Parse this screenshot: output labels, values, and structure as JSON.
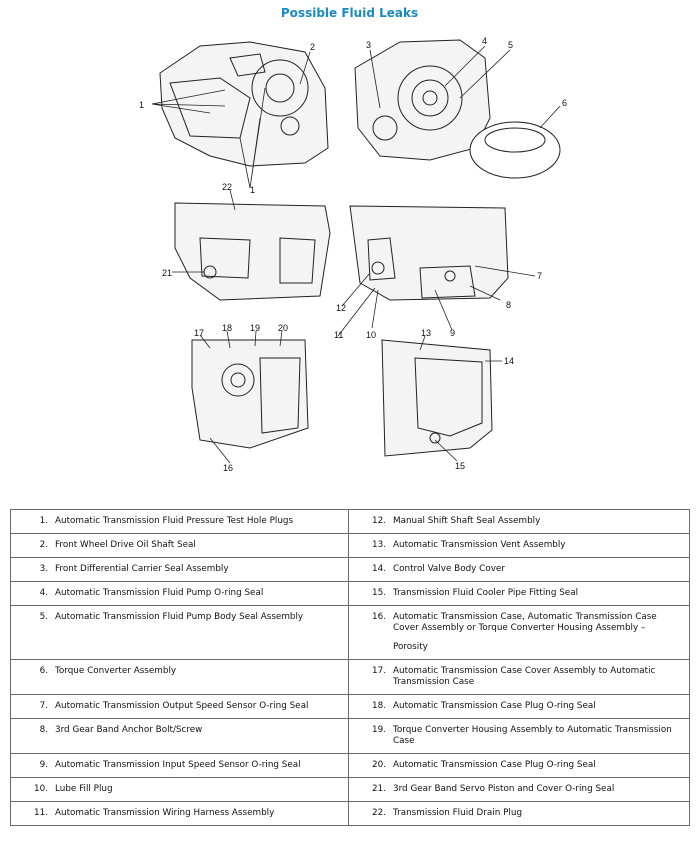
{
  "page_title": "Possible Fluid Leaks",
  "title_color": "#1a8ac4",
  "callouts": [
    "1",
    "2",
    "3",
    "4",
    "5",
    "6",
    "7",
    "8",
    "9",
    "10",
    "11",
    "12",
    "13",
    "14",
    "15",
    "16",
    "17",
    "18",
    "19",
    "20",
    "21",
    "22"
  ],
  "legend": {
    "rows": [
      [
        {
          "num": "1.",
          "text": "Automatic Transmission Fluid Pressure Test Hole Plugs"
        },
        {
          "num": "12.",
          "text": "Manual Shift Shaft Seal Assembly"
        }
      ],
      [
        {
          "num": "2.",
          "text": "Front Wheel Drive Oil Shaft Seal"
        },
        {
          "num": "13.",
          "text": "Automatic Transmission Vent Assembly"
        }
      ],
      [
        {
          "num": "3.",
          "text": "Front Differential Carrier Seal Assembly"
        },
        {
          "num": "14.",
          "text": "Control Valve Body Cover"
        }
      ],
      [
        {
          "num": "4.",
          "text": "Automatic Transmission Fluid Pump O-ring Seal"
        },
        {
          "num": "15.",
          "text": "Transmission Fluid Cooler Pipe Fitting Seal"
        }
      ],
      [
        {
          "num": "5.",
          "text": "Automatic Transmission Fluid Pump Body Seal Assembly"
        },
        {
          "num": "16.",
          "text": "Automatic Transmission Case, Automatic Transmission Case Cover Assembly or Torque Converter Housing Assembly –",
          "sub": "Porosity"
        }
      ],
      [
        {
          "num": "6.",
          "text": "Torque Converter Assembly"
        },
        {
          "num": "17.",
          "text": "Automatic Transmission Case Cover Assembly to Automatic Transmission Case"
        }
      ],
      [
        {
          "num": "7.",
          "text": "Automatic Transmission Output Speed Sensor O-ring Seal"
        },
        {
          "num": "18.",
          "text": "Automatic Transmission Case Plug O-ring Seal"
        }
      ],
      [
        {
          "num": "8.",
          "text": "3rd Gear Band Anchor Bolt/Screw"
        },
        {
          "num": "19.",
          "text": "Torque Converter Housing Assembly to Automatic Transmission Case"
        }
      ],
      [
        {
          "num": "9.",
          "text": "Automatic Transmission Input Speed Sensor O-ring Seal"
        },
        {
          "num": "20.",
          "text": "Automatic Transmission Case Plug O-ring Seal"
        }
      ],
      [
        {
          "num": "10.",
          "text": "Lube Fill Plug"
        },
        {
          "num": "21.",
          "text": "3rd Gear Band Servo Piston and Cover O-ring Seal"
        }
      ],
      [
        {
          "num": "11.",
          "text": "Automatic Transmission Wiring Harness Assembly"
        },
        {
          "num": "22.",
          "text": "Transmission Fluid Drain Plug"
        }
      ]
    ]
  }
}
